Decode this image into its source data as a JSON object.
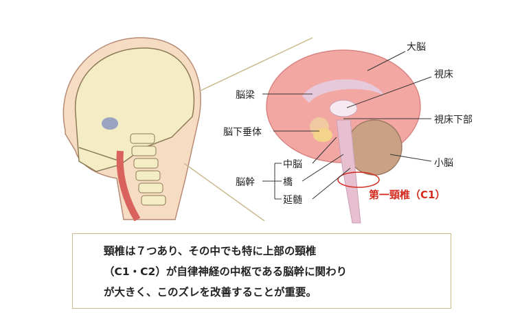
{
  "labels": {
    "cerebrum": "大脳",
    "thalamus": "視床",
    "corpus_callosum": "脳梁",
    "hypothalamus": "視床下部",
    "pituitary": "脳下垂体",
    "midbrain": "中脳",
    "brainstem": "脳幹",
    "pons": "橋",
    "medulla": "延髄",
    "cerebellum": "小脳",
    "c1": "第一頸椎（C1）"
  },
  "caption": {
    "line1": "頸椎は７つあり、その中でも特に上部の頸椎",
    "line2": "（C1・C2）が自律神経の中枢である脳幹に関わり",
    "line3": "が大きく、このズレを改善することが重要。"
  },
  "colors": {
    "brain": "#f2a7a3",
    "cerebellum": "#c9a286",
    "highlight": "#d42a1e",
    "border": "#c9b98c"
  }
}
